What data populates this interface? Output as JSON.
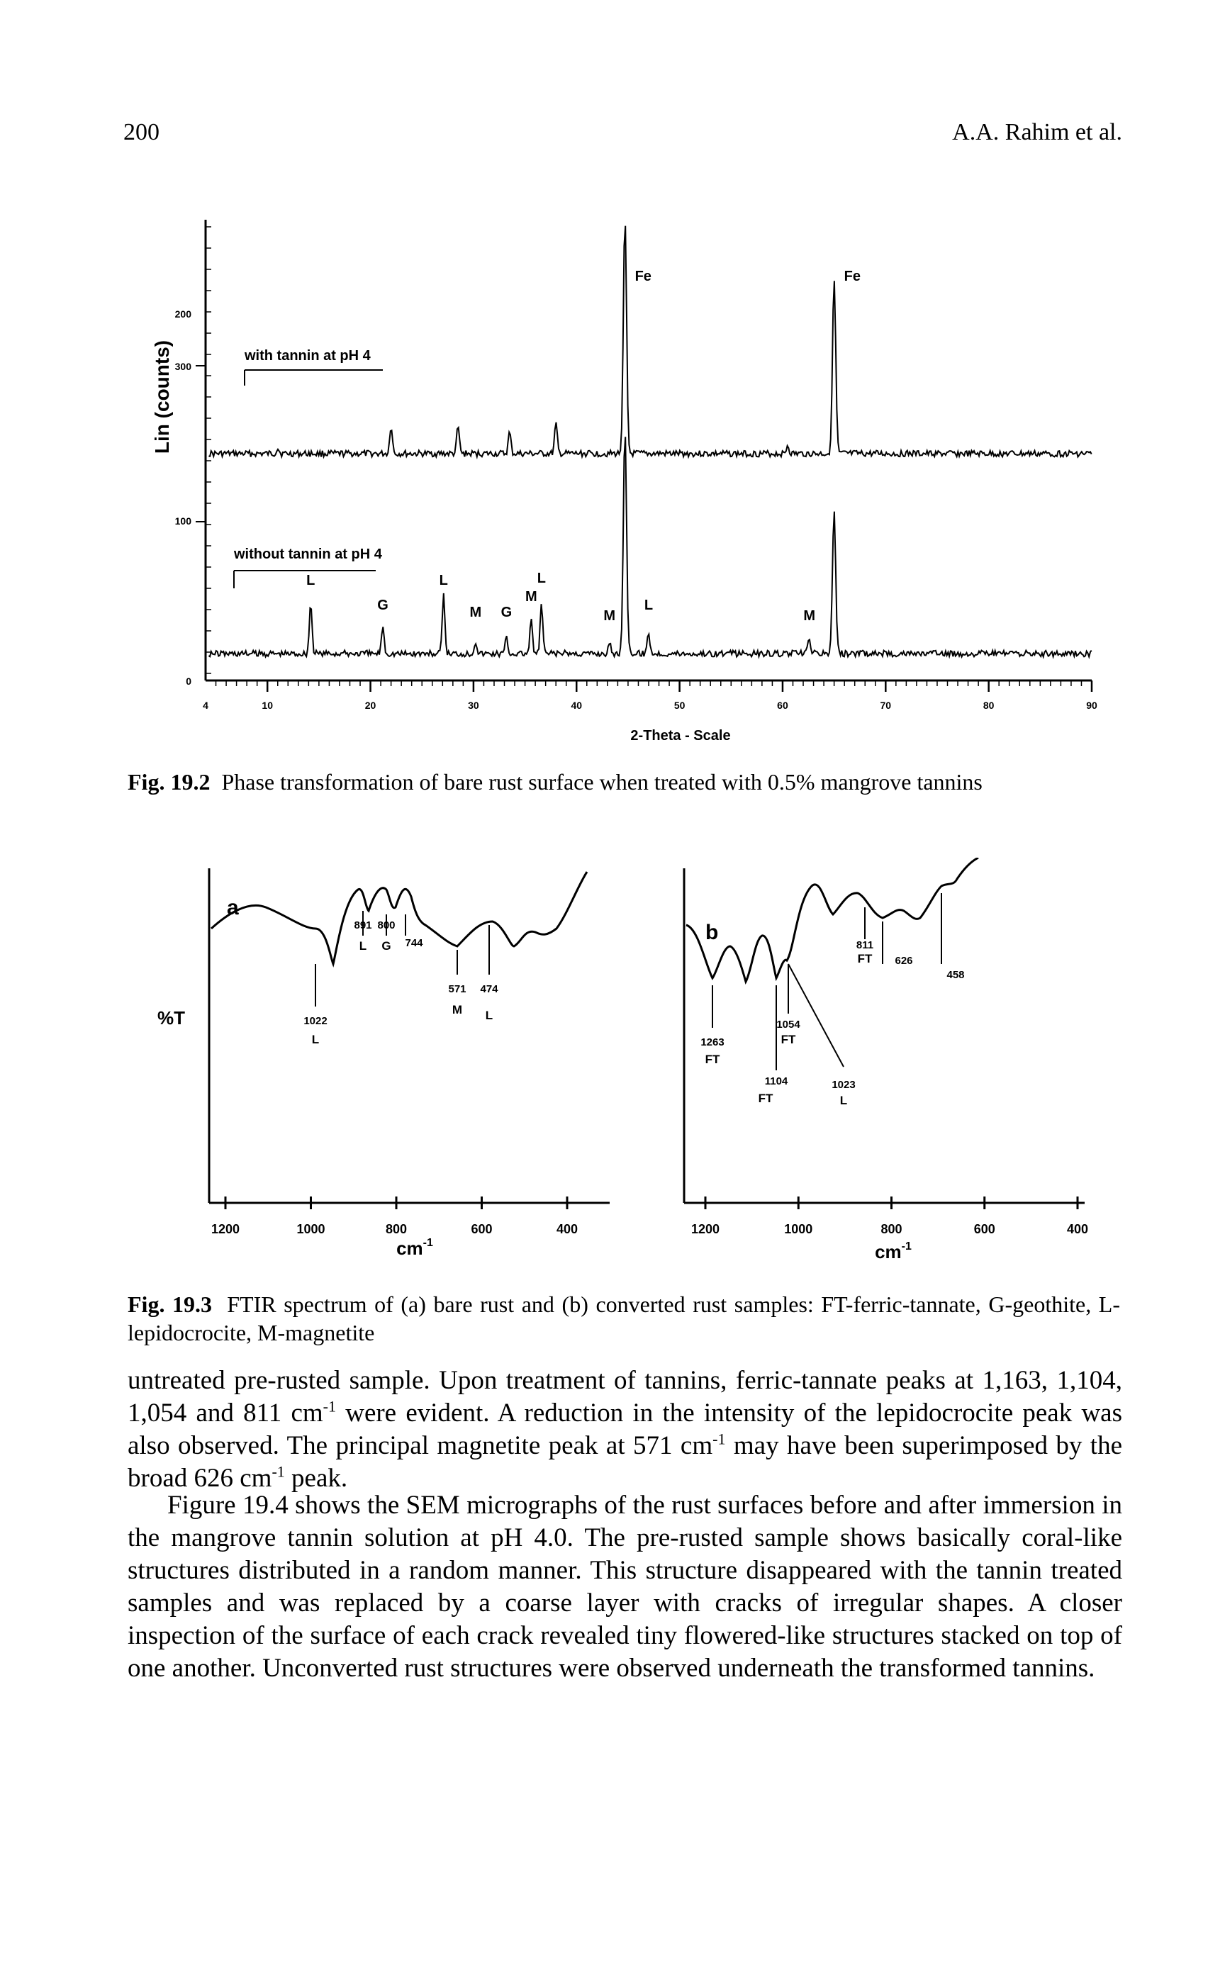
{
  "header": {
    "page_number": "200",
    "running_head": "A.A. Rahim et al."
  },
  "figure_19_2": {
    "caption_label": "Fig. 19.2",
    "caption_text": "Phase transformation of bare rust surface when treated with 0.5% mangrove tannins",
    "chart_data": {
      "type": "line",
      "ylabel": "Lin (counts)",
      "xlabel": "2-Theta - Scale",
      "x_ticks": [
        "4",
        "10",
        "20",
        "30",
        "40",
        "50",
        "60",
        "70",
        "80",
        "90"
      ],
      "y_ticks_upper": [
        "300",
        "200"
      ],
      "y_ticks_lower": [
        "100",
        "0"
      ],
      "series": [
        {
          "name": "with tannin at pH 4",
          "peaks": [
            {
              "x": 22.0
            },
            {
              "x": 28.5
            },
            {
              "x": 33.5
            },
            {
              "x": 38.0
            },
            {
              "x": 44.7,
              "label": "Fe"
            },
            {
              "x": 65.0,
              "label": "Fe"
            }
          ]
        },
        {
          "name": "without tannin at pH 4",
          "peaks": [
            {
              "x": 14.2,
              "label": "L"
            },
            {
              "x": 21.2,
              "label": "G"
            },
            {
              "x": 27.1,
              "label": "L"
            },
            {
              "x": 30.2,
              "label": "M"
            },
            {
              "x": 33.2,
              "label": "G"
            },
            {
              "x": 35.6,
              "label": "M"
            },
            {
              "x": 36.6,
              "label": "L"
            },
            {
              "x": 43.2,
              "label": "M"
            },
            {
              "x": 44.7
            },
            {
              "x": 47.0,
              "label": "L"
            },
            {
              "x": 62.6,
              "label": "M"
            },
            {
              "x": 65.0
            }
          ]
        }
      ]
    }
  },
  "figure_19_3": {
    "caption_label": "Fig. 19.3",
    "caption_text": "FTIR spectrum of (a) bare rust and (b) converted rust samples: FT-ferric-tannate, G-geothite, L-lepidocrocite, M-magnetite",
    "chart_data": [
      {
        "type": "line",
        "panel": "a",
        "ylabel": "%T",
        "xlabel": "cm-1",
        "x_ticks": [
          "1200",
          "1000",
          "800",
          "600",
          "400"
        ],
        "annotations": [
          {
            "label": "1022",
            "phase": "L"
          },
          {
            "label": "891",
            "phase": "L"
          },
          {
            "label": "800",
            "phase": "G"
          },
          {
            "label": "744"
          },
          {
            "label": "571",
            "phase": "M"
          },
          {
            "label": "474",
            "phase": "L"
          }
        ]
      },
      {
        "type": "line",
        "panel": "b",
        "xlabel": "cm-1",
        "x_ticks": [
          "1200",
          "1000",
          "800",
          "600",
          "400"
        ],
        "annotations": [
          {
            "label": "1263",
            "phase": "FT"
          },
          {
            "label": "1104",
            "phase": "FT"
          },
          {
            "label": "1054",
            "phase": "FT"
          },
          {
            "label": "1023",
            "phase": "L"
          },
          {
            "label": "811",
            "phase": "FT"
          },
          {
            "label": "626"
          },
          {
            "label": "458"
          }
        ]
      }
    ]
  },
  "body": {
    "paragraph1": "untreated pre-rusted sample. Upon treatment of tannins, ferric-tannate peaks at 1,163, 1,104, 1,054 and 811 cm-1 were evident. A reduction in the intensity of the lepidocrocite peak was also observed. The principal magnetite peak at 571 cm-1 may have been superimposed by the broad 626 cm-1 peak.",
    "paragraph2": "Figure 19.4 shows the SEM micrographs of the rust surfaces before and after immersion in the mangrove tannin solution at pH 4.0. The pre-rusted sample shows basically coral-like structures distributed in a random manner. This structure disappeared with the tannin treated samples and was replaced by a coarse layer with cracks of irregular shapes. A closer inspection of the surface of each crack revealed tiny flowered-like structures stacked on top of one another. Unconverted rust structures were observed underneath the transformed tannins."
  }
}
